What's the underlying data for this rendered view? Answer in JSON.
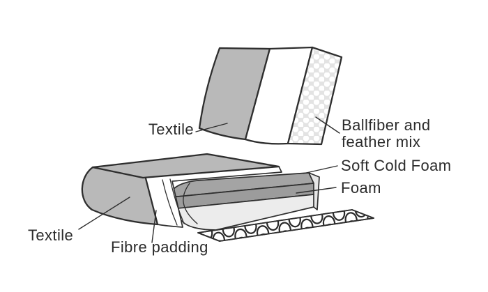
{
  "diagram": {
    "type": "exploded-view-cushion-construction",
    "labels": {
      "textile_top": "Textile",
      "ballfiber_line1": "Ballfiber and",
      "ballfiber_line2": "feather mix",
      "soft_cold_foam": "Soft Cold Foam",
      "foam": "Foam",
      "textile_bottom": "Textile",
      "fibre_padding": "Fibre padding"
    },
    "parts": {
      "top_cushion": "back cushion with textile cover and ballfiber-feather filling",
      "bottom_cushion": "seat cushion with textile, fibre padding, soft cold foam, foam and serpentine spring base"
    },
    "colors": {
      "background": "#ffffff",
      "outline": "#2e2e2e",
      "textile_gray": "#b9b9b9",
      "soft_cold_foam_gray": "#a4a4a4",
      "soft_cold_foam_band": "#9c9c9c",
      "foam_light": "#ececec",
      "ballfiber_fill": "#e3e3e3",
      "label_text": "#2b2b2b"
    }
  }
}
